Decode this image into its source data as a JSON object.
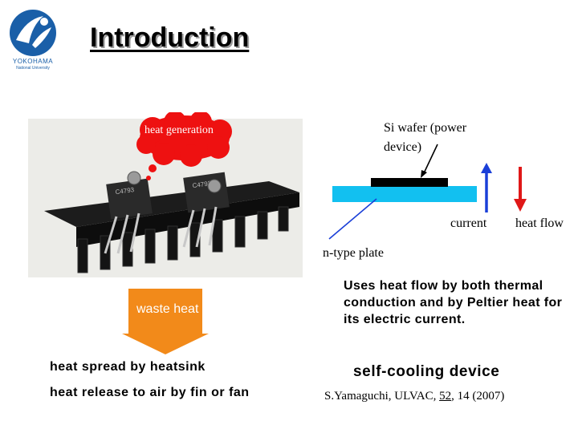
{
  "logo": {
    "name": "YOKOHAMA",
    "subtitle": "National University"
  },
  "title": "Introduction",
  "photo": {
    "callout": "heat generation",
    "arrow_label": "waste heat"
  },
  "diagram": {
    "wafer_label": "Si wafer (power device)",
    "current_label": "current",
    "heat_flow_label": "heat flow",
    "plate_label": "n-type plate"
  },
  "description": "Uses heat flow by both thermal conduction and by Peltier heat for its electric current.",
  "heat_spread": "heat spread by heatsink",
  "heat_release": "heat release to air by fin or fan",
  "self_cooling": "self-cooling device",
  "citation": {
    "prefix": "S.Yamaguchi, ULVAC, ",
    "volume": "52",
    "suffix": ", 14 (2007)"
  },
  "colors": {
    "plate": "#12c0f0",
    "wafer": "#000000",
    "current_arrow": "#1a3fd8",
    "heat_arrow": "#e01818",
    "cloud": "#ee1111",
    "waste_arrow": "#f28a1a",
    "logo": "#1a5fa8"
  }
}
